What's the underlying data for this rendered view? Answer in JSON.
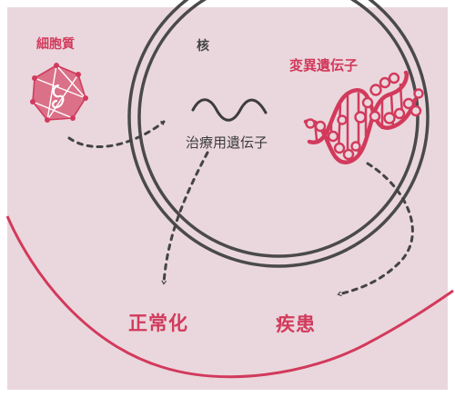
{
  "labels": {
    "cytoplasm": "細胞質",
    "nucleus": "核",
    "mutant_gene": "変異遺伝子",
    "therapeutic_gene": "治療用遺伝子",
    "normalization": "正常化",
    "disease": "疾患"
  },
  "colors": {
    "background": "#ead7dd",
    "frame": "#ffffff",
    "accent": "#d23a5c",
    "membrane": "#4a4a4a",
    "text_dark": "#3d3d3d"
  },
  "icons": {
    "virus": "virus-vector-icon",
    "dna": "dna-helix-icon",
    "gene": "gene-squiggle-icon"
  }
}
